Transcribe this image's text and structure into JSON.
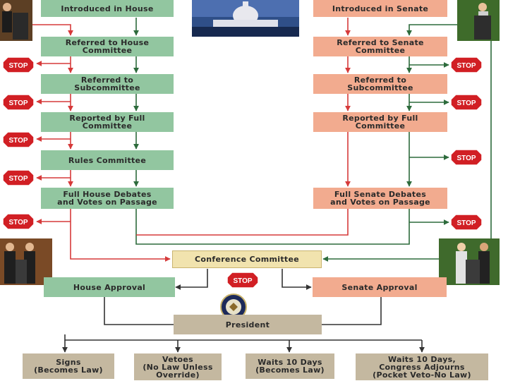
{
  "house": {
    "introduced": "Introduced in House",
    "committee": "Referred to House\nCommittee",
    "subcommittee": "Referred to\nSubcommittee",
    "reported": "Reported by Full\nCommittee",
    "rules": "Rules Committee",
    "debate": "Full House Debates\nand Votes on Passage",
    "approval": "House Approval"
  },
  "senate": {
    "introduced": "Introduced in Senate",
    "committee": "Referred to Senate\nCommittee",
    "subcommittee": "Referred to\nSubcommittee",
    "reported": "Reported by Full\nCommittee",
    "debate": "Full Senate Debates\nand Votes on Passage",
    "approval": "Senate Approval"
  },
  "conference": "Conference Committee",
  "president": "President",
  "outcomes": [
    "Signs\n(Becomes Law)",
    "Vetoes\n(No Law Unless\nOverride)",
    "Waits 10 Days\n(Becomes Law)",
    "Waits 10 Days,\nCongress Adjourns\n(Pocket Veto-No Law)"
  ],
  "stop_label": "STOP",
  "colors": {
    "house_box": "#92c6a0",
    "senate_box": "#f2ab8f",
    "conference_box": "#f1e3ae",
    "president_box": "#c4b8a0",
    "red_line": "#d63a3a",
    "green_line": "#2d6b3c",
    "stop_sign": "#d11f24"
  }
}
